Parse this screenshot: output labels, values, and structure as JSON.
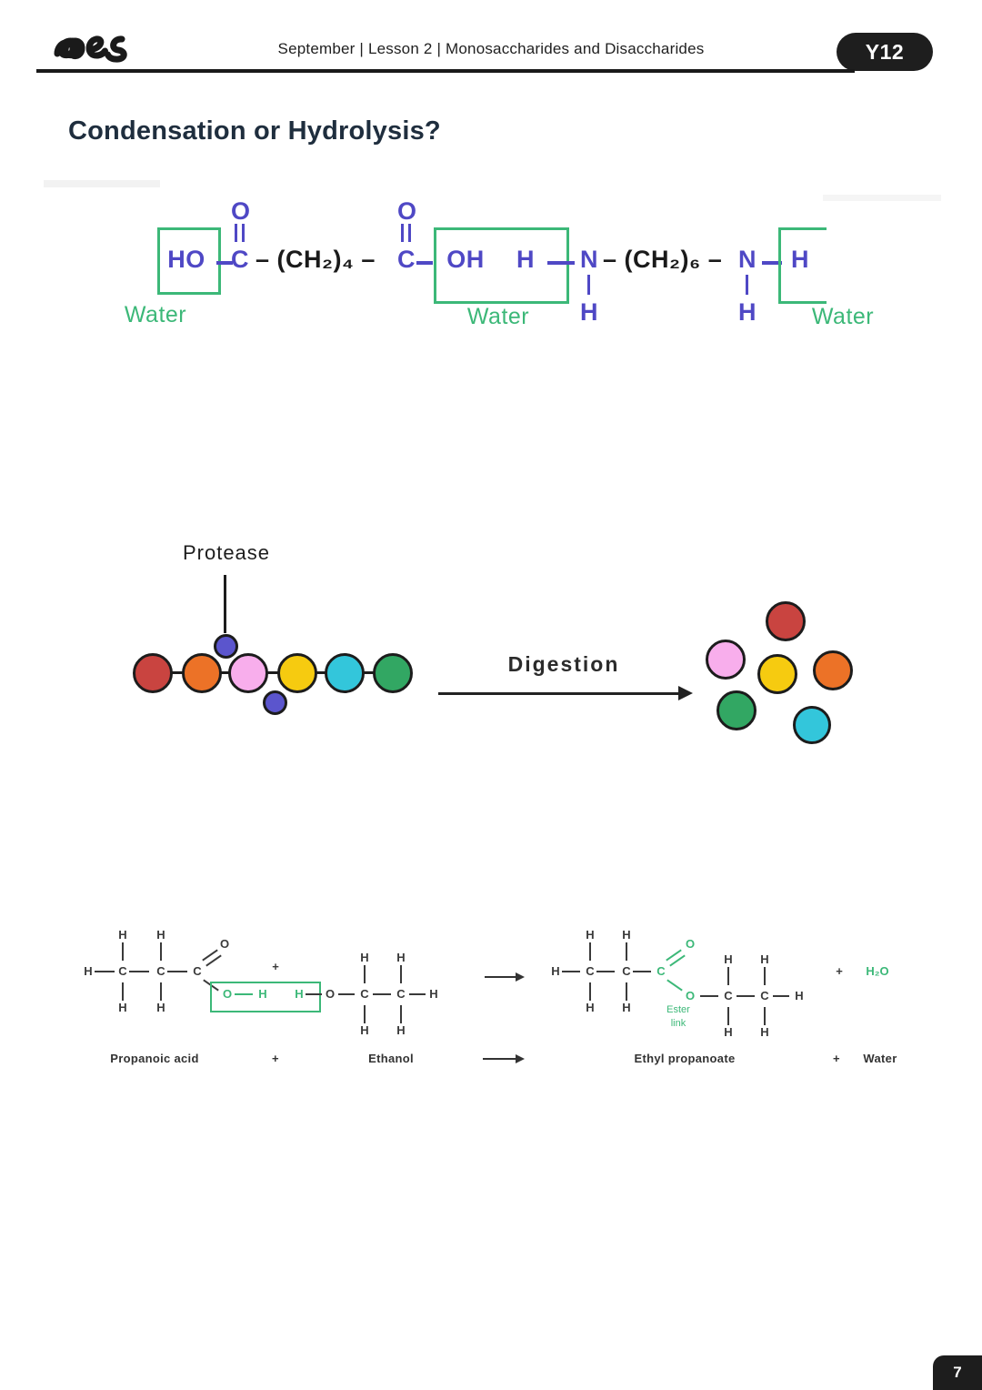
{
  "header": {
    "logo": "mes",
    "breadcrumb": "September | Lesson 2 | Monosaccharides and Disaccharides",
    "badge": "Y12"
  },
  "page": {
    "title": "Condensation or Hydrolysis?",
    "number": "7"
  },
  "colors": {
    "bond_blue": "#4f48c5",
    "highlight_green": "#3cb878",
    "ink": "#1d1d1d",
    "monomer_red": "#c94440",
    "monomer_orange": "#ec7227",
    "monomer_pink": "#f8aeec",
    "monomer_yellow": "#f6cb10",
    "monomer_cyan": "#33c6db",
    "monomer_green": "#32a763",
    "enzyme_purple": "#5b55cd"
  },
  "formula": {
    "ho": "HO",
    "c": "C",
    "o": "O",
    "oh": "OH",
    "h": "H",
    "n": "N",
    "chain4": "– (CH₂)₄ –",
    "chain6": "– (CH₂)₆ –",
    "water": "Water"
  },
  "diagram": {
    "enzyme": "Protease",
    "process": "Digestion"
  },
  "equation": {
    "atoms": {
      "h": "H",
      "c": "C",
      "o": "O",
      "plus": "+"
    },
    "ester_line1": "Ester",
    "ester_line2": "link",
    "h2o": "H₂O",
    "labels": {
      "reactant1": "Propanoic acid",
      "plus": "+",
      "reactant2": "Ethanol",
      "product1": "Ethyl propanoate",
      "product2": "Water"
    }
  }
}
